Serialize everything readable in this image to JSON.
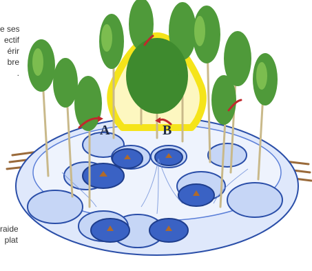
{
  "text_fragments_top": [
    "e ses",
    "ectif",
    "érir",
    "bre",
    "."
  ],
  "text_fragments_bottom": [
    "raide",
    "plat"
  ],
  "labels": {
    "a": "A",
    "b": "B"
  },
  "colors": {
    "halo": "#f5e41a",
    "halo_inner": "#fdf7c0",
    "tree_foliage": "#4f9a3a",
    "tree_foliage_light": "#7cbd4f",
    "trunk": "#c9b98a",
    "root_blue": "#5b7fd8",
    "root_dark": "#2a4ea8",
    "arrow_red": "#c0282d",
    "ground": "#9a6a3a"
  }
}
